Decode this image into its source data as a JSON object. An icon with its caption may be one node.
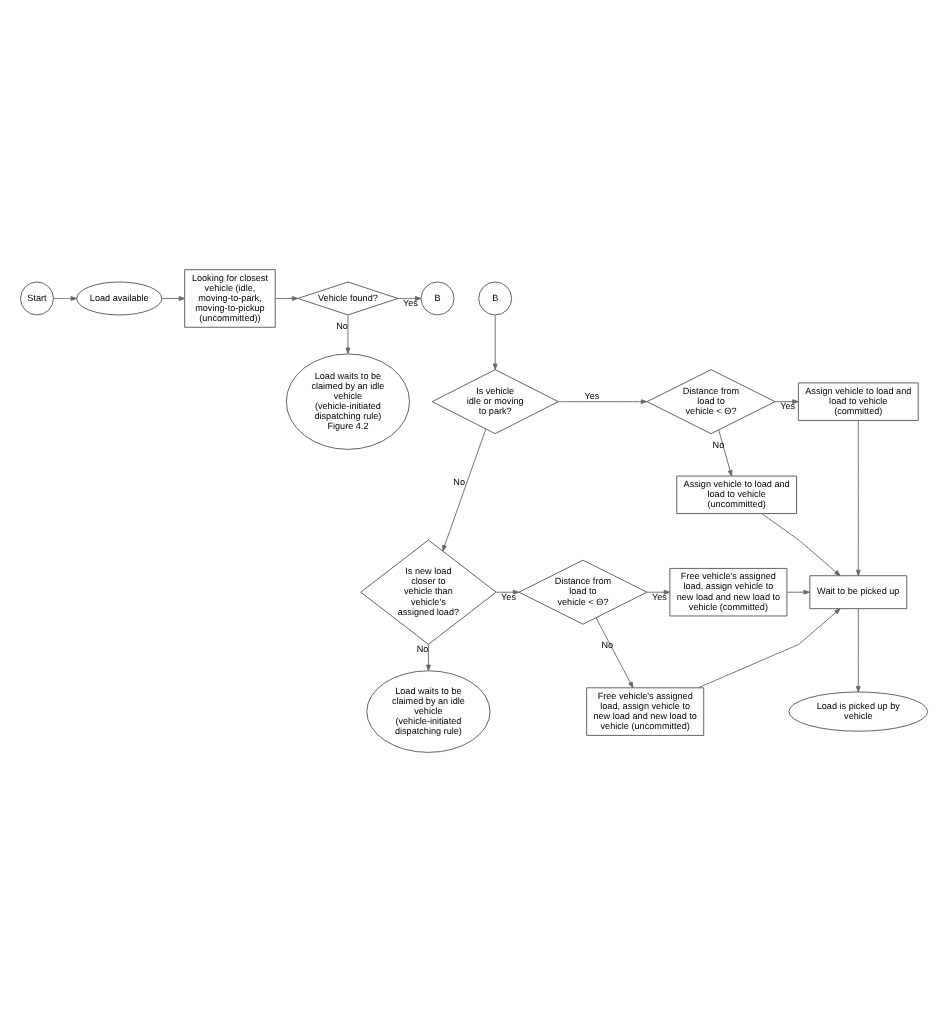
{
  "diagram": {
    "nodes": [
      {
        "text": [
          "Start"
        ]
      },
      {
        "text": [
          "Load available"
        ]
      },
      {
        "text": [
          "Looking for closest vehicle (idle, moving-to-park, moving-to-pickup (uncommitted))"
        ]
      },
      {
        "text": [
          "Vehicle found?"
        ]
      },
      {
        "text": [
          "B"
        ]
      },
      {
        "text": [
          "Load waits to be claimed by an idle vehicle (vehicle-initiated dispatching rule)",
          "Figure 4.2"
        ]
      },
      {
        "text": [
          "B"
        ]
      },
      {
        "text": [
          "Is vehicle idle or moving to park?"
        ]
      },
      {
        "text": [
          "Distance from load to vehicle < Θ?"
        ]
      },
      {
        "text": [
          "Assign vehicle to load and load to vehicle (committed)"
        ]
      },
      {
        "text": [
          "Assign vehicle to load and load to vehicle (uncommitted)"
        ]
      },
      {
        "text": [
          "Is new load closer to vehicle than vehicle's assigned load?"
        ]
      },
      {
        "text": [
          "Distance from load to vehicle < Θ?"
        ]
      },
      {
        "text": [
          "Free vehicle's assigned load, assign vehicle to new load and new load to vehicle (committed)"
        ]
      },
      {
        "text": [
          "Free vehicle's assigned load, assign vehicle to new load and new load to vehicle (uncommitted)"
        ]
      },
      {
        "text": [
          "Wait to be picked up"
        ]
      },
      {
        "text": [
          "Load waits to be claimed by an idle vehicle (vehicle-initiated dispatching rule)"
        ]
      },
      {
        "text": [
          "Load is picked up by vehicle"
        ]
      }
    ],
    "edges": [
      {
        "from": 0,
        "to": 1,
        "arrow": "to"
      },
      {
        "from": 1,
        "to": 2,
        "arrow": "to"
      },
      {
        "from": 2,
        "to": 3,
        "arrow": "to"
      },
      {
        "from": 3,
        "to": 4,
        "arrow": "to",
        "label": "Yes"
      },
      {
        "from": 3,
        "to": 5,
        "arrow": "to",
        "label": "No"
      },
      {
        "from": 6,
        "to": 7,
        "arrow": "to"
      },
      {
        "from": 7,
        "to": 8,
        "arrow": "to",
        "label": "Yes"
      },
      {
        "from": 7,
        "to": 11,
        "arrow": "to",
        "label": "No"
      },
      {
        "from": 8,
        "to": 9,
        "arrow": "to",
        "label": "Yes"
      },
      {
        "from": 8,
        "to": 10,
        "arrow": "to",
        "label": "No"
      },
      {
        "from": 9,
        "to": 15,
        "arrow": "to"
      },
      {
        "from": 10,
        "to": 15,
        "arrow": "to"
      },
      {
        "from": 11,
        "to": 12,
        "arrow": "to",
        "label": "Yes"
      },
      {
        "from": 11,
        "to": 16,
        "arrow": "to",
        "label": "No"
      },
      {
        "from": 12,
        "to": 13,
        "arrow": "to",
        "label": "Yes"
      },
      {
        "from": 12,
        "to": 14,
        "arrow": "to",
        "label": "No"
      },
      {
        "from": 13,
        "to": 15,
        "arrow": "to"
      },
      {
        "from": 14,
        "to": 15,
        "arrow": "to"
      },
      {
        "from": 15,
        "to": 17,
        "arrow": "to"
      }
    ]
  }
}
